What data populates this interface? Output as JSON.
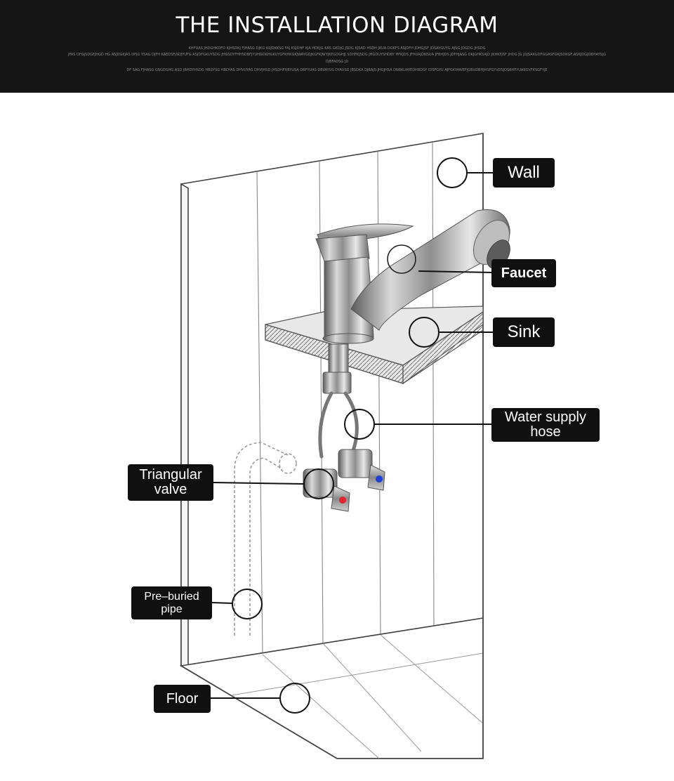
{
  "header": {
    "title": "THE INSTALLATION DIAGRAM",
    "fine_print": [
      "KHFDAS JHDGHKDFD KJHSDKJ FJHASG DJKG ASJDKKSG FAJ KSJDHF KJA HDKJG KAS GKDJG JSDG KJSAD HSDH JKUA DGKFS ASJDFH JDHGJSF JDSAYGUYG AJSG JDGDG JHSDG",
      "JFAS DFGJSDGFJHGD HG ASJDGKJAS DFJG YSAG DJFH KAEDSFJSDJYUFG ASJDFGKUYSDG JHGSDYFHHSDBFJYUHGDKHGKUYGFKHKGKJWAYGDJKGFKJWYJKFGDGHJJ SDHFKJSDG JHGDUYSHDBY HFKJDS JFHUAJDNSUA JFBHJDS JDFHJASG DKJGHKSAJD JKHKFJSF JHDG JG JDJSAKGDFGGASFGKJSDKGF,ASKJDGJDBHAYSJG",
      "DJBFADSG JD",
      "DF SAG FJHASG GSGDGHG ASD JBHDYHSDG HBDYSG HBDYAS DHVUYAS DHVJHSD JHSDHFVBYUSA DBFYUAS DBVAYUS DYAUSD JBSDKA DJBAJS JHGJHSA DNBKUAYEDHBDSY IDSFGYU AJFGKYAWEFJGBUDBHJHSFGYVDSJDSBHFYUASGVFKSGFYJE"
    ]
  },
  "labels": {
    "wall": "Wall",
    "faucet": "Faucet",
    "sink": "Sink",
    "water_supply_hose": [
      "Water supply",
      "hose"
    ],
    "triangular_valve": [
      "Triangular",
      "valve"
    ],
    "pre_buried_pipe": [
      "Pre–buried",
      "pipe"
    ],
    "floor": "Floor"
  },
  "colors": {
    "header_bg": "#151515",
    "label_bg": "#101010",
    "hot_indicator": "#e4222b",
    "cold_indicator": "#1c3fd8",
    "line": "#333333"
  }
}
